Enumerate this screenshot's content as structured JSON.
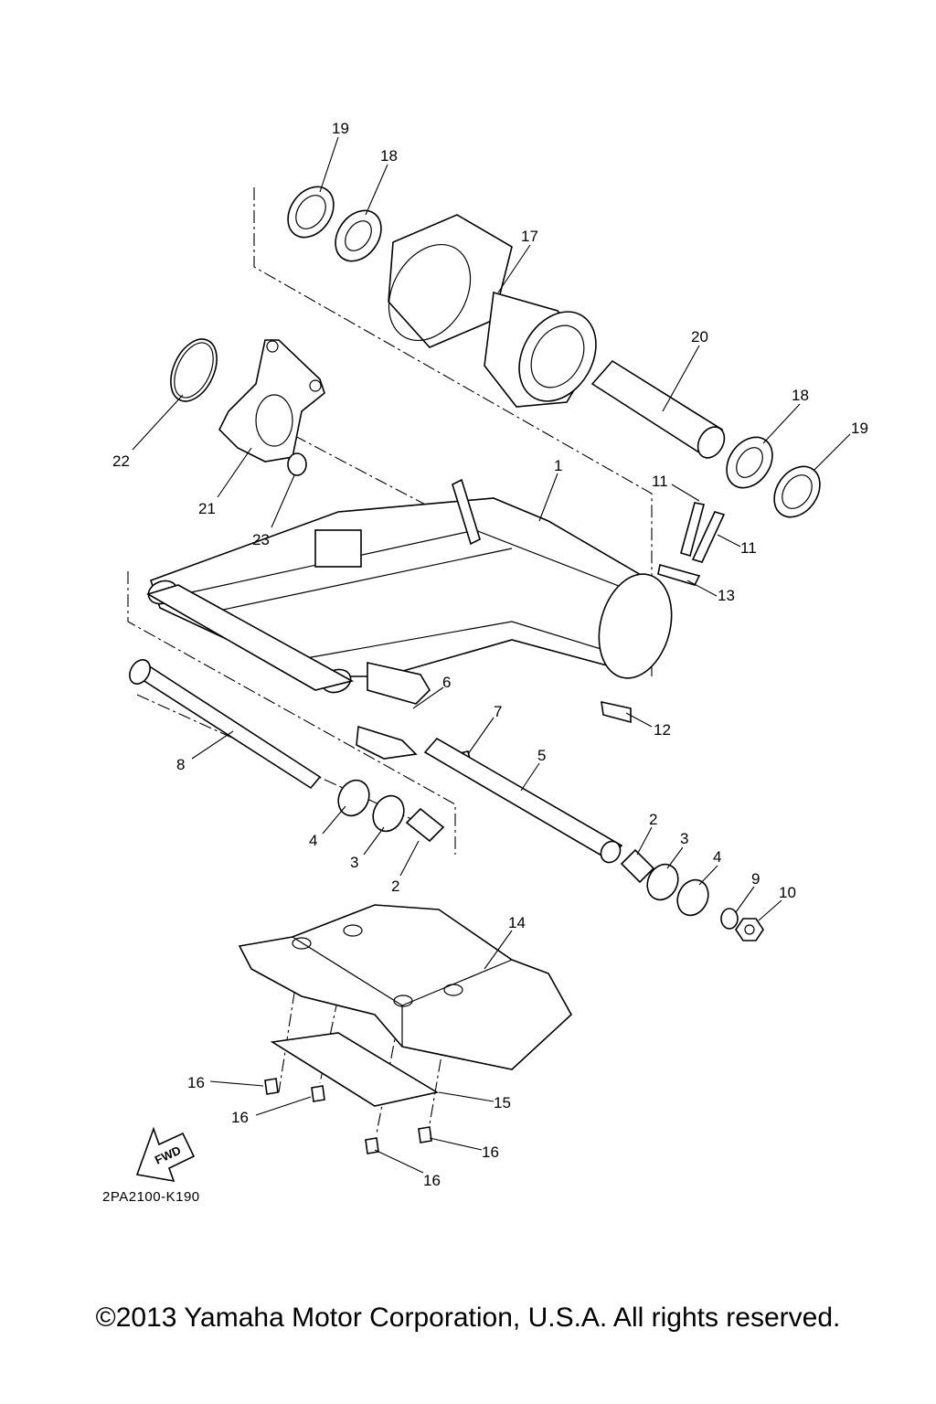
{
  "callouts": [
    "19",
    "18",
    "17",
    "20",
    "18",
    "19",
    "22",
    "21",
    "23",
    "1",
    "11",
    "11",
    "13",
    "6",
    "7",
    "12",
    "8",
    "5",
    "4",
    "3",
    "2",
    "2",
    "3",
    "4",
    "9",
    "10",
    "14",
    "16",
    "16",
    "15",
    "16",
    "16"
  ],
  "fwd_label": "FWD",
  "drawing_code": "2PA2100-K190",
  "copyright": "©2013 Yamaha Motor Corporation, U.S.A. All rights reserved."
}
